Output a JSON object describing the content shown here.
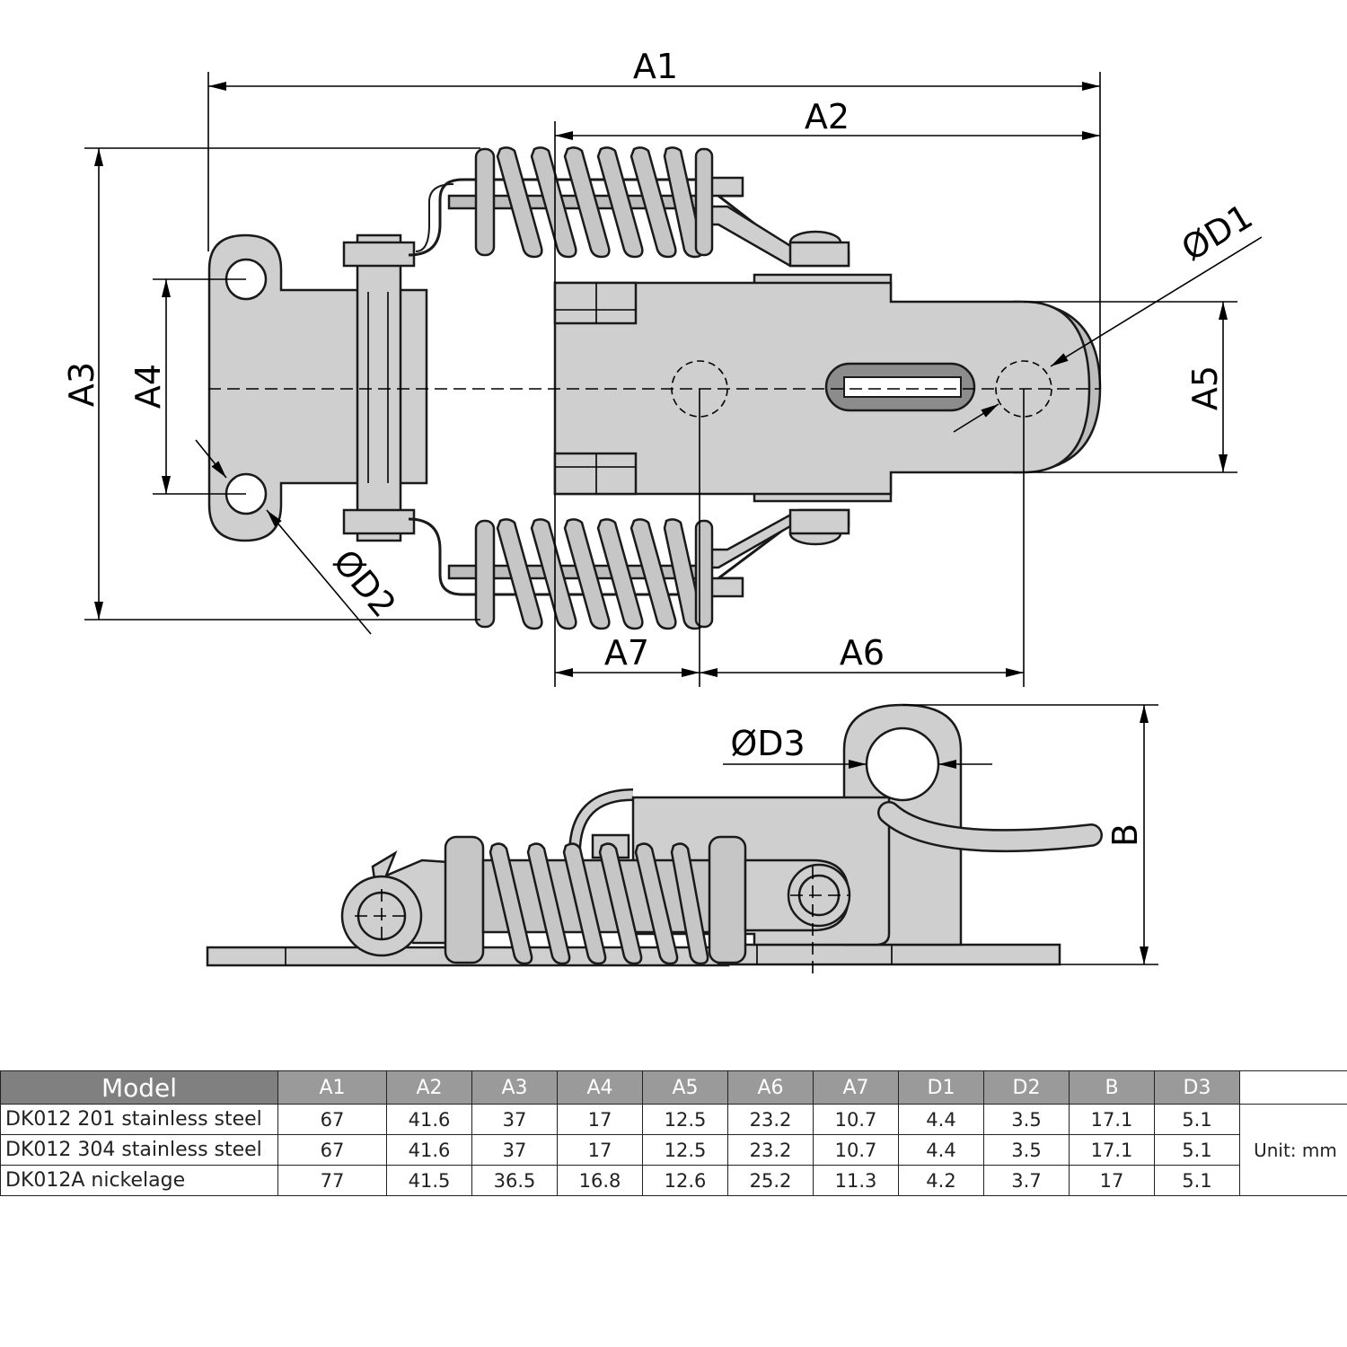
{
  "labels": {
    "A1": "A1",
    "A2": "A2",
    "A3": "A3",
    "A4": "A4",
    "A5": "A5",
    "A6": "A6",
    "A7": "A7",
    "D1": "ØD1",
    "D2": "ØD2",
    "D3": "ØD3",
    "B": "B"
  },
  "table": {
    "headers": [
      "Model",
      "A1",
      "A2",
      "A3",
      "A4",
      "A5",
      "A6",
      "A7",
      "D1",
      "D2",
      "B",
      "D3"
    ],
    "rows": [
      {
        "model": "DK012 201 stainless steel",
        "values": [
          "67",
          "41.6",
          "37",
          "17",
          "12.5",
          "23.2",
          "10.7",
          "4.4",
          "3.5",
          "17.1",
          "5.1"
        ]
      },
      {
        "model": "DK012 304 stainless steel",
        "values": [
          "67",
          "41.6",
          "37",
          "17",
          "12.5",
          "23.2",
          "10.7",
          "4.4",
          "3.5",
          "17.1",
          "5.1"
        ]
      },
      {
        "model": "DK012A nickelage",
        "values": [
          "77",
          "41.5",
          "36.5",
          "16.8",
          "12.6",
          "25.2",
          "11.3",
          "4.2",
          "3.7",
          "17",
          "5.1"
        ]
      }
    ],
    "unit": "Unit: mm"
  }
}
